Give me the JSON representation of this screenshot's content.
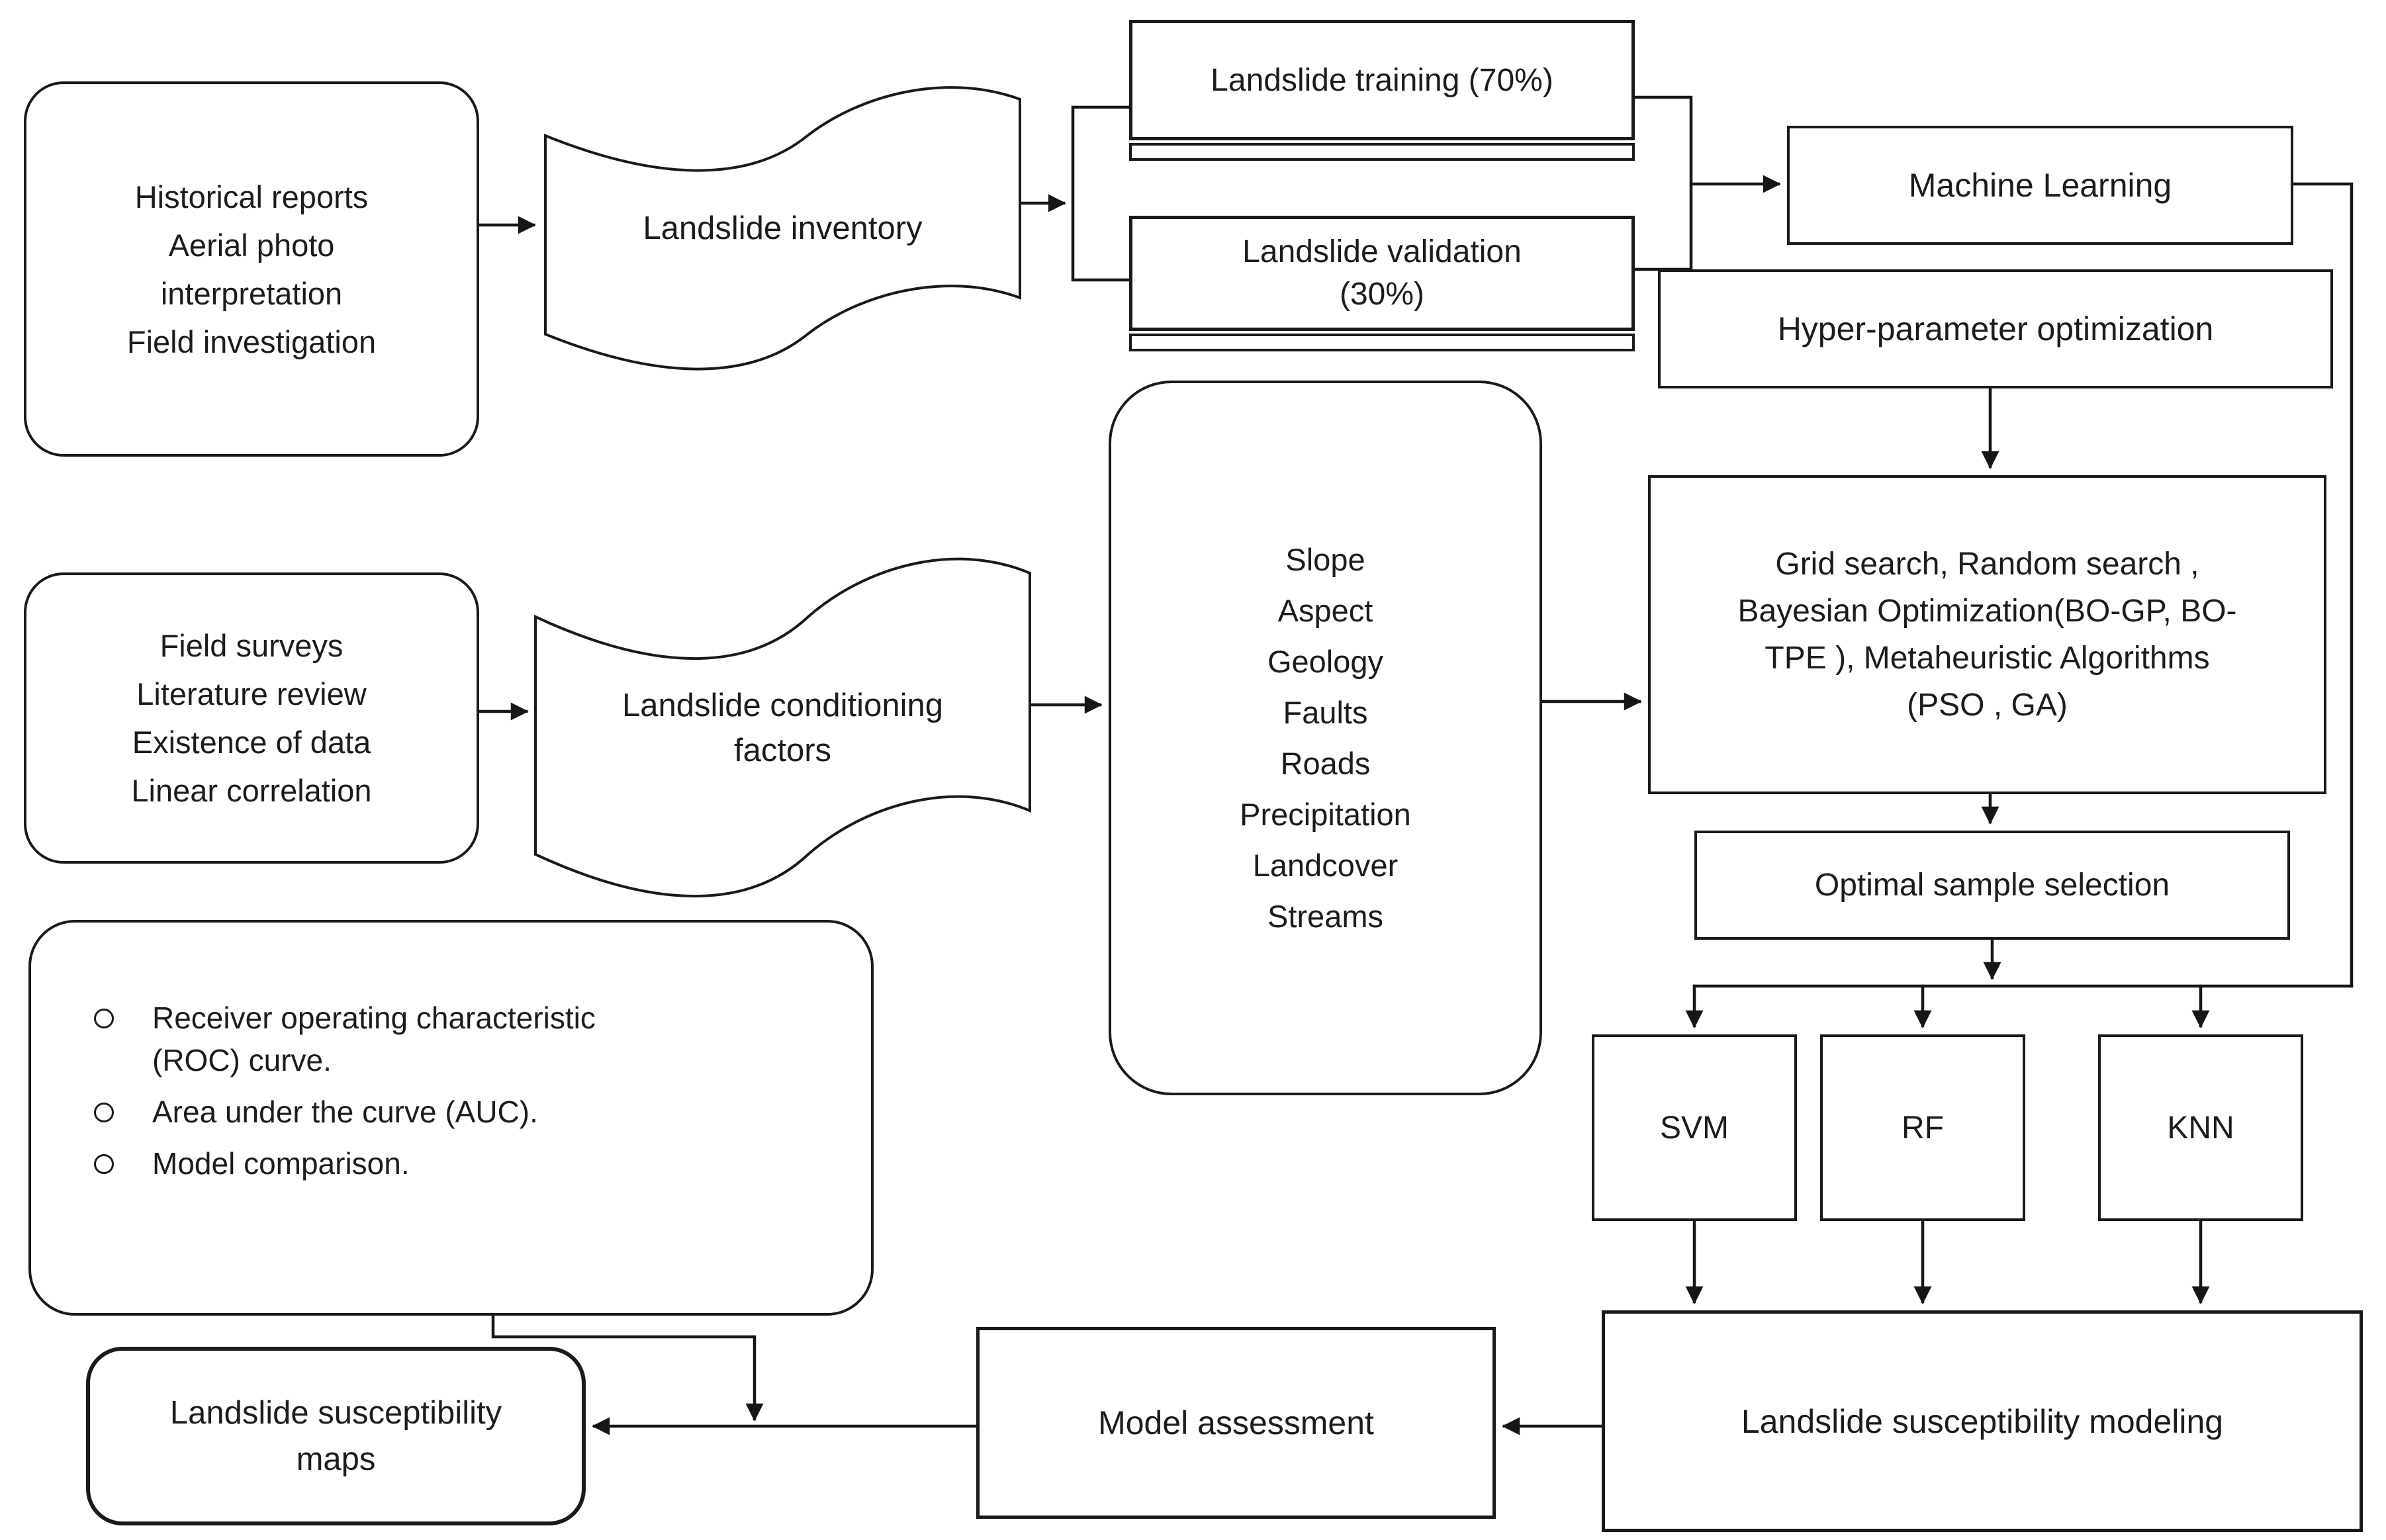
{
  "nodes": {
    "historical": {
      "lines": [
        "Historical reports",
        "Aerial photo",
        "interpretation",
        "Field investigation"
      ]
    },
    "inventory": {
      "label": "Landslide inventory"
    },
    "training": {
      "label": "Landslide training (70%)"
    },
    "validation": {
      "lines": [
        "Landslide validation",
        "(30%)"
      ]
    },
    "ml": {
      "label": "Machine Learning"
    },
    "hyper": {
      "label": "Hyper-parameter optimization"
    },
    "grid": {
      "lines": [
        "Grid search, Random search ,",
        "Bayesian Optimization(BO-GP, BO-",
        "TPE ), Metaheuristic Algorithms",
        "(PSO , GA)"
      ]
    },
    "optimal": {
      "label": "Optimal sample selection"
    },
    "svm": {
      "label": "SVM"
    },
    "rf": {
      "label": "RF"
    },
    "knn": {
      "label": "KNN"
    },
    "field": {
      "lines": [
        "Field surveys",
        "Literature review",
        "Existence of data",
        "Linear correlation"
      ]
    },
    "condfactors": {
      "lines": [
        "Landslide conditioning",
        "factors"
      ]
    },
    "factorlist": {
      "lines": [
        "Slope",
        "Aspect",
        "Geology",
        "Faults",
        "Roads",
        "Precipitation",
        "Landcover",
        "Streams"
      ]
    },
    "evaluation": {
      "items": [
        [
          "Receiver operating characteristic",
          "(ROC) curve."
        ],
        [
          "Area under the curve (AUC)."
        ],
        [
          "Model comparison."
        ]
      ]
    },
    "maps": {
      "lines": [
        "Landslide susceptibility",
        "maps"
      ]
    },
    "assessment": {
      "label": "Model assessment"
    },
    "modeling": {
      "label": "Landslide susceptibility modeling"
    }
  },
  "edges": [
    {
      "from": "historical",
      "to": "inventory"
    },
    {
      "from": "inventory",
      "to": "training"
    },
    {
      "from": "inventory",
      "to": "validation"
    },
    {
      "from": "training",
      "to": "ml"
    },
    {
      "from": "validation",
      "to": "ml"
    },
    {
      "from": "hyper",
      "to": "grid"
    },
    {
      "from": "field",
      "to": "condfactors"
    },
    {
      "from": "condfactors",
      "to": "factorlist"
    },
    {
      "from": "factorlist",
      "to": "grid"
    },
    {
      "from": "grid",
      "to": "optimal"
    },
    {
      "from": "optimal",
      "to": "svm"
    },
    {
      "from": "optimal",
      "to": "rf"
    },
    {
      "from": "optimal",
      "to": "knn"
    },
    {
      "from": "ml",
      "to": "svm"
    },
    {
      "from": "ml",
      "to": "rf"
    },
    {
      "from": "ml",
      "to": "knn"
    },
    {
      "from": "svm",
      "to": "modeling"
    },
    {
      "from": "rf",
      "to": "modeling"
    },
    {
      "from": "knn",
      "to": "modeling"
    },
    {
      "from": "modeling",
      "to": "assessment"
    },
    {
      "from": "assessment",
      "to": "maps"
    },
    {
      "from": "evaluation",
      "to": "maps"
    }
  ],
  "colors": {
    "stroke": "#161616",
    "background": "#ffffff",
    "text": "#1c1c1c"
  }
}
